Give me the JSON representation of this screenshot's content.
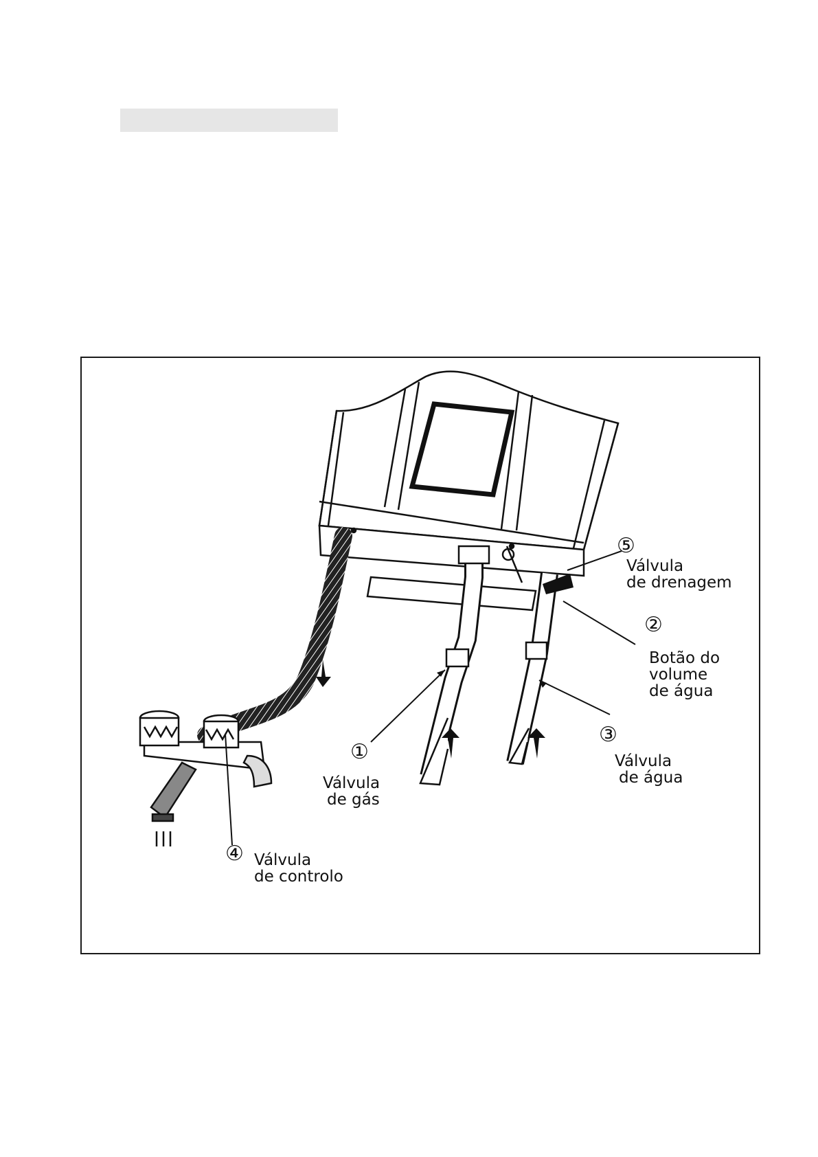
{
  "callouts": {
    "gas_valve": {
      "number": "①",
      "line1": "Válvula",
      "line2": "de gás"
    },
    "volume_knob": {
      "number": "②",
      "line1": "Botão do",
      "line2": "volume",
      "line3": "de água"
    },
    "water_valve": {
      "number": "③",
      "line1": "Válvula",
      "line2": "de água"
    },
    "control_valve": {
      "number": "④",
      "line1": "Válvula",
      "line2": "de controlo"
    },
    "drain_valve": {
      "number": "⑤",
      "line1": "Válvula",
      "line2": "de drenagem"
    }
  }
}
